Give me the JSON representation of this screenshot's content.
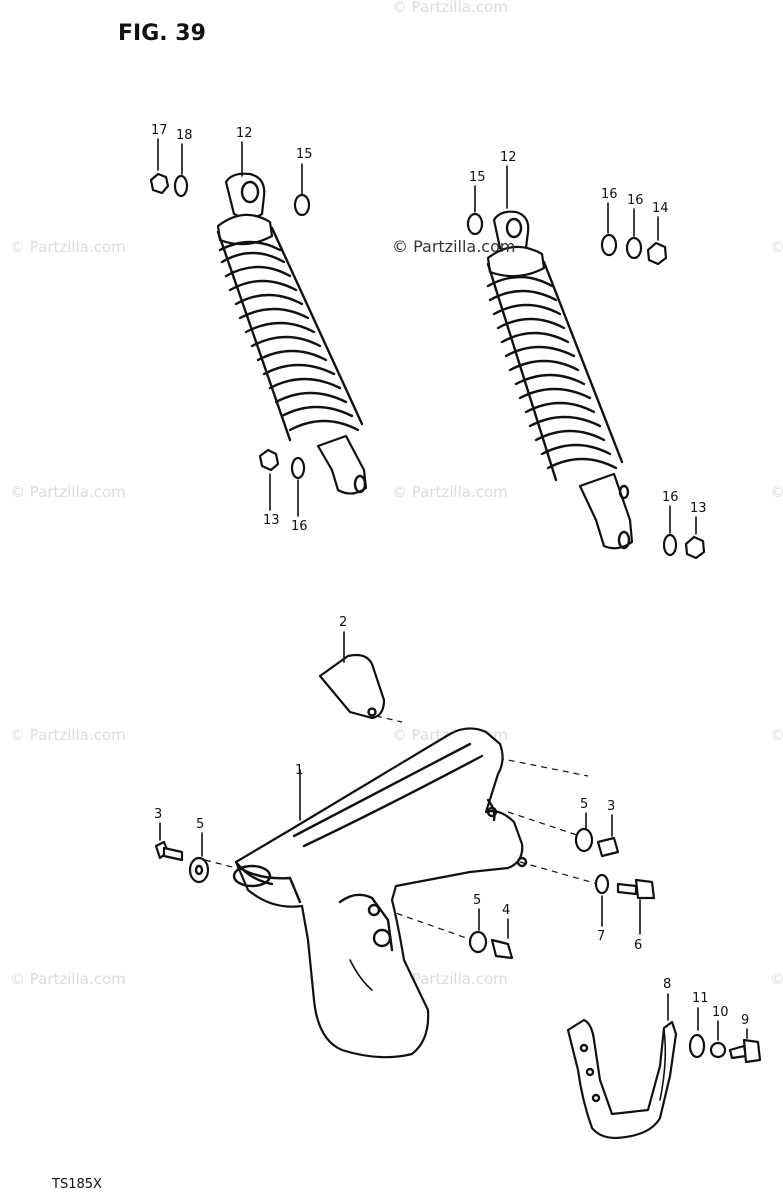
{
  "figure_label": "FIG. 39",
  "model_code": "TS185X",
  "watermark": "© Partzilla.com",
  "watermark_main": "© Partzilla.com",
  "callouts": {
    "c17": "17",
    "c18": "18",
    "c12a": "12",
    "c15a": "15",
    "c13a": "13",
    "c16a": "16",
    "c15b": "15",
    "c12b": "12",
    "c16b": "16",
    "c16c": "16",
    "c14": "14",
    "c16d": "16",
    "c13b": "13",
    "c2": "2",
    "c1": "1",
    "c3": "3",
    "c5a": "5",
    "c5b": "5",
    "c3b": "3",
    "c5c": "5",
    "c4": "4",
    "c7": "7",
    "c6": "6",
    "c8": "8",
    "c11": "11",
    "c10": "10",
    "c9": "9"
  },
  "colors": {
    "ink": "#111111",
    "watermark": "#dcdcdc",
    "background": "#ffffff"
  }
}
